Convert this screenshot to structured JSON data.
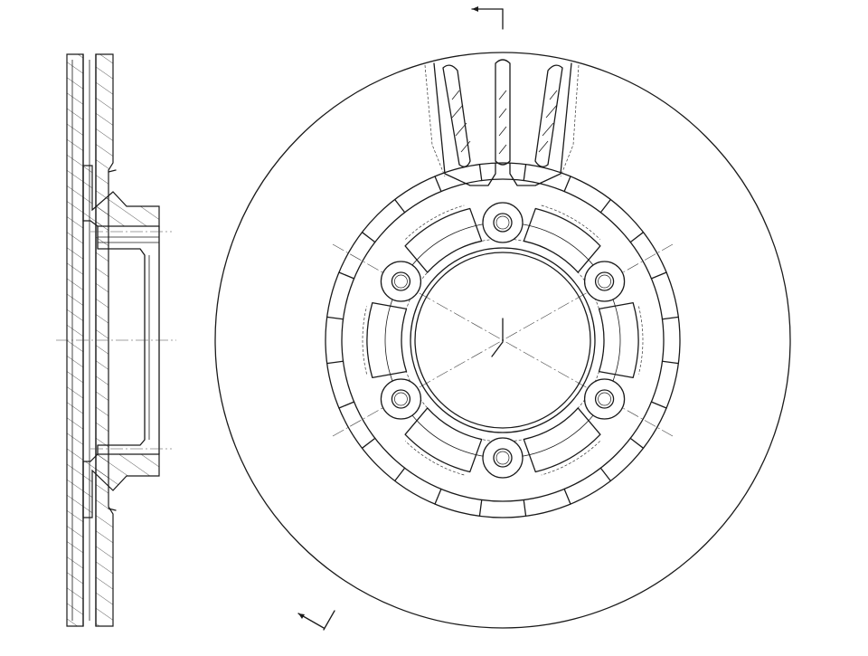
{
  "drawing": {
    "subject": "",
    "views": [
      "side-section",
      "front"
    ],
    "stud_holes": 6,
    "cooling_vanes_shown": 3,
    "line_color": "#1a1a1a",
    "background": "#ffffff"
  }
}
